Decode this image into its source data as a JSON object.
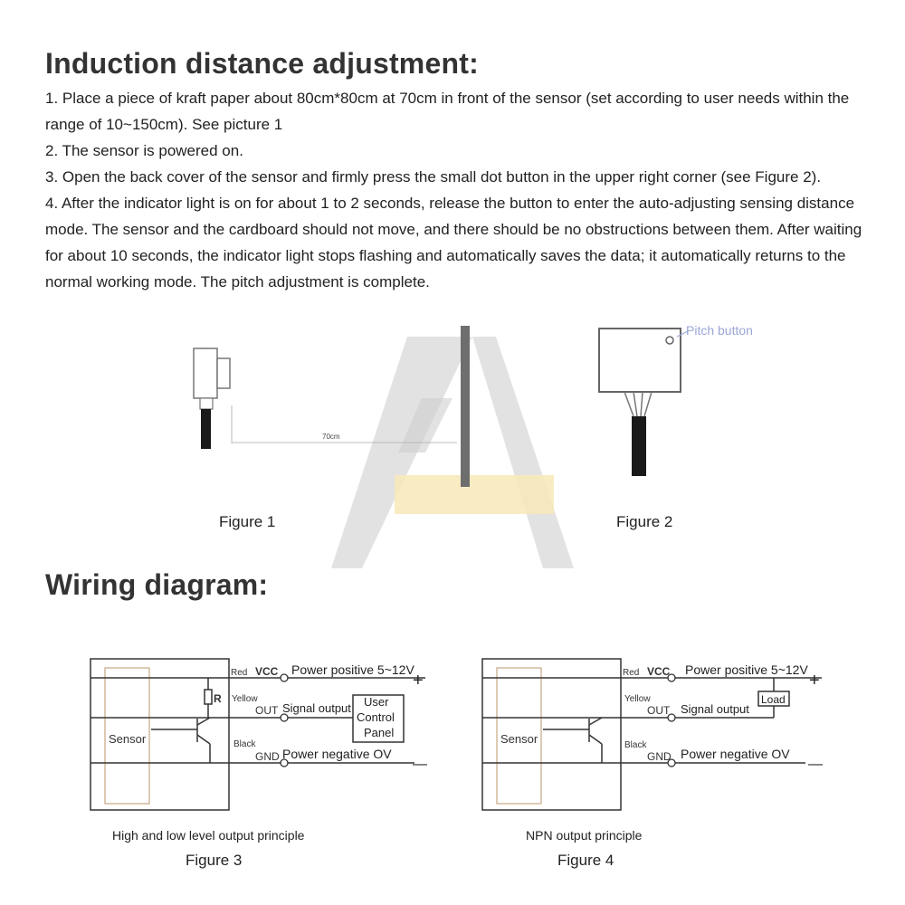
{
  "section1": {
    "title": "Induction distance adjustment:",
    "steps": [
      "1. Place a piece of kraft paper about 80cm*80cm at 70cm in front of the sensor (set according to user needs within the range of 10~150cm). See picture 1",
      "2. The sensor is powered on.",
      "3. Open the back cover of the sensor and firmly press the small dot button in the upper right corner (see Figure 2).",
      "4. After the indicator light is on for about 1 to 2 seconds, release the button to enter the auto-adjusting sensing distance mode. The sensor and the cardboard should not move, and there should be no obstructions between them. After waiting for about 10 seconds, the indicator light stops flashing and automatically saves the data; it automatically returns to the normal working mode. The pitch adjustment is complete."
    ],
    "figure1": {
      "caption": "Figure 1",
      "distance_label": "70cm"
    },
    "figure2": {
      "caption": "Figure 2",
      "button_label": "Pitch button"
    }
  },
  "section2": {
    "title": "Wiring diagram:",
    "figure3": {
      "caption": "Figure 3",
      "subtitle": "High and low level output principle",
      "sensor": "Sensor",
      "red": "Red",
      "vcc": "VCC",
      "power_pos": "Power positive 5~12V",
      "plus": "+",
      "yellow": "Yellow",
      "out": "OUT",
      "signal": "Signal output",
      "black": "Black",
      "gnd": "GND",
      "power_neg": "Power negative OV",
      "minus": "—",
      "resistor": "R",
      "panel": [
        "User",
        "Control",
        "Panel"
      ]
    },
    "figure4": {
      "caption": "Figure 4",
      "subtitle": "NPN output principle",
      "sensor": "Sensor",
      "red": "Red",
      "vcc": "VCC",
      "power_pos": "Power positive 5~12V",
      "plus": "+",
      "yellow": "Yellow",
      "out": "OUT",
      "signal": "Signal output",
      "black": "Black",
      "gnd": "GND",
      "power_neg": "Power negative OV",
      "minus": "—",
      "load": "Load"
    }
  }
}
